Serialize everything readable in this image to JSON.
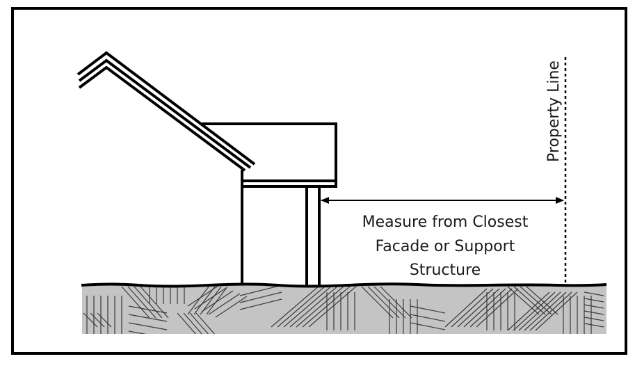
{
  "diagram": {
    "title": "Setback measurement diagram",
    "measurement_label": [
      "Measure from Closest",
      "Facade or Support",
      "Structure"
    ],
    "property_line_label": "Property Line",
    "colors": {
      "ink": "#000000",
      "ground_fill": "#c4c4c4",
      "hatch": "#3a3a3a",
      "background": "#ffffff"
    },
    "elements": {
      "roof": "pitched roof (triple-line)",
      "overhang": "cantilevered upper floor",
      "support": "support post",
      "arrow": "double-headed dimension arrow",
      "property_line": "dotted vertical line",
      "ground": "hatched ground section"
    }
  }
}
